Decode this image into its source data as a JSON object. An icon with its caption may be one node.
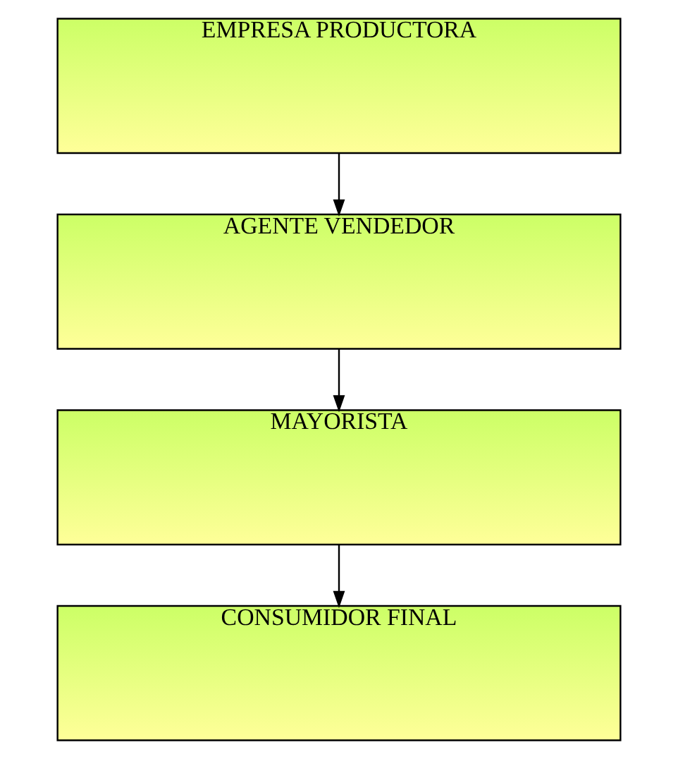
{
  "diagram": {
    "nodes": [
      {
        "text": [
          "EMPRESA PRODUCTORA"
        ]
      },
      {
        "text": [
          "AGENTE VENDEDOR"
        ]
      },
      {
        "text": [
          "MAYORISTA"
        ]
      },
      {
        "text": [
          "CONSUMIDOR FINAL"
        ]
      }
    ],
    "edges": [
      {
        "from": 0,
        "to": 1,
        "arrow": "to"
      },
      {
        "from": 1,
        "to": 2,
        "arrow": "to"
      },
      {
        "from": 2,
        "to": 3,
        "arrow": "to"
      }
    ]
  }
}
